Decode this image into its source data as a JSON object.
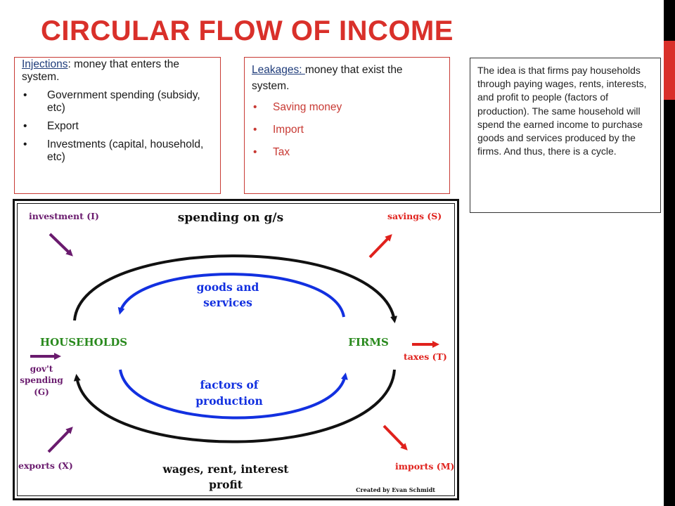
{
  "title": "CIRCULAR FLOW OF INCOME",
  "injections": {
    "term": "Injections",
    "rest": ": money that enters the system.",
    "items": [
      "Government spending (subsidy, etc)",
      "Export",
      "Investments (capital, household, etc)"
    ]
  },
  "leakages": {
    "term": "Leakages: ",
    "rest": "money that exist the system.",
    "items": [
      "Saving money",
      "Import",
      "Tax"
    ]
  },
  "explanation": "The idea is that firms pay households through paying wages, rents, interests, and profit to people (factors of production). The same household will spend the earned income to purchase goods and services produced by the firms. And thus, there is a cycle.",
  "diagram": {
    "top_flow": "spending on g/s",
    "goods_line1": "goods and",
    "goods_line2": "services",
    "households": "HOUSEHOLDS",
    "firms": "FIRMS",
    "factors_line1": "factors of",
    "factors_line2": "production",
    "bottom_line1": "wages, rent, interest",
    "bottom_line2": "profit",
    "investment": "investment (I)",
    "govt_line1": "gov't",
    "govt_line2": "spending",
    "govt_line3": "(G)",
    "exports": "exports (X)",
    "savings": "savings (S)",
    "taxes": "taxes (T)",
    "imports": "imports (M)",
    "credit": "Created by Evan Schmidt"
  },
  "colors": {
    "title": "#d9302a",
    "injection_arrow": "#6a1b6e",
    "leakage_arrow": "#e0211c",
    "sector_label": "#2a8a1e",
    "inner_flow": "#1230e0",
    "outer_flow": "#111111"
  }
}
